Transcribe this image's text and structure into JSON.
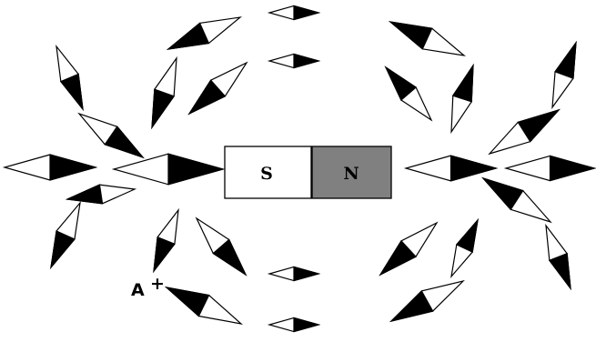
{
  "magnet": {
    "south_label": "S",
    "north_label": "N",
    "south_color": "#ffffff",
    "north_color": "#808080"
  },
  "point_label": "A",
  "point_marker": "+",
  "colors": {
    "needle_dark": "#000000",
    "needle_light": "#ffffff",
    "outline": "#000000"
  }
}
